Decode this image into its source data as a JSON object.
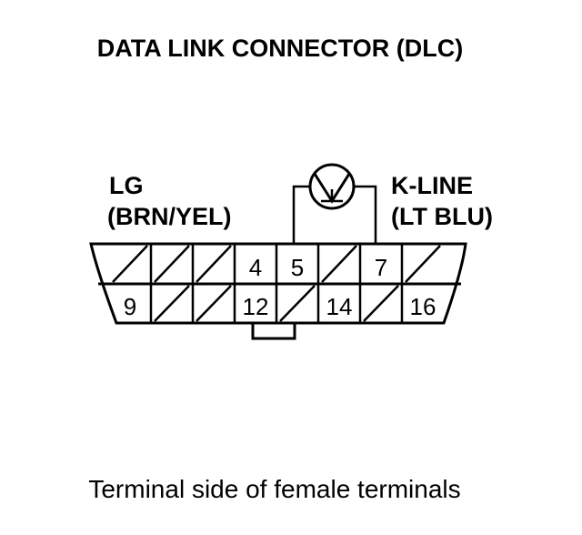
{
  "title": "DATA LINK CONNECTOR (DLC)",
  "left_label": {
    "line1": "LG",
    "line2": "(BRN/YEL)"
  },
  "right_label": {
    "line1": "K-LINE",
    "line2": "(LT BLU)"
  },
  "top_row": [
    "",
    "",
    "",
    "4",
    "5",
    "",
    "7",
    ""
  ],
  "bottom_row": [
    "9",
    "",
    "",
    "12",
    "",
    "14",
    "",
    "16"
  ],
  "caption": "Terminal side of female terminals"
}
